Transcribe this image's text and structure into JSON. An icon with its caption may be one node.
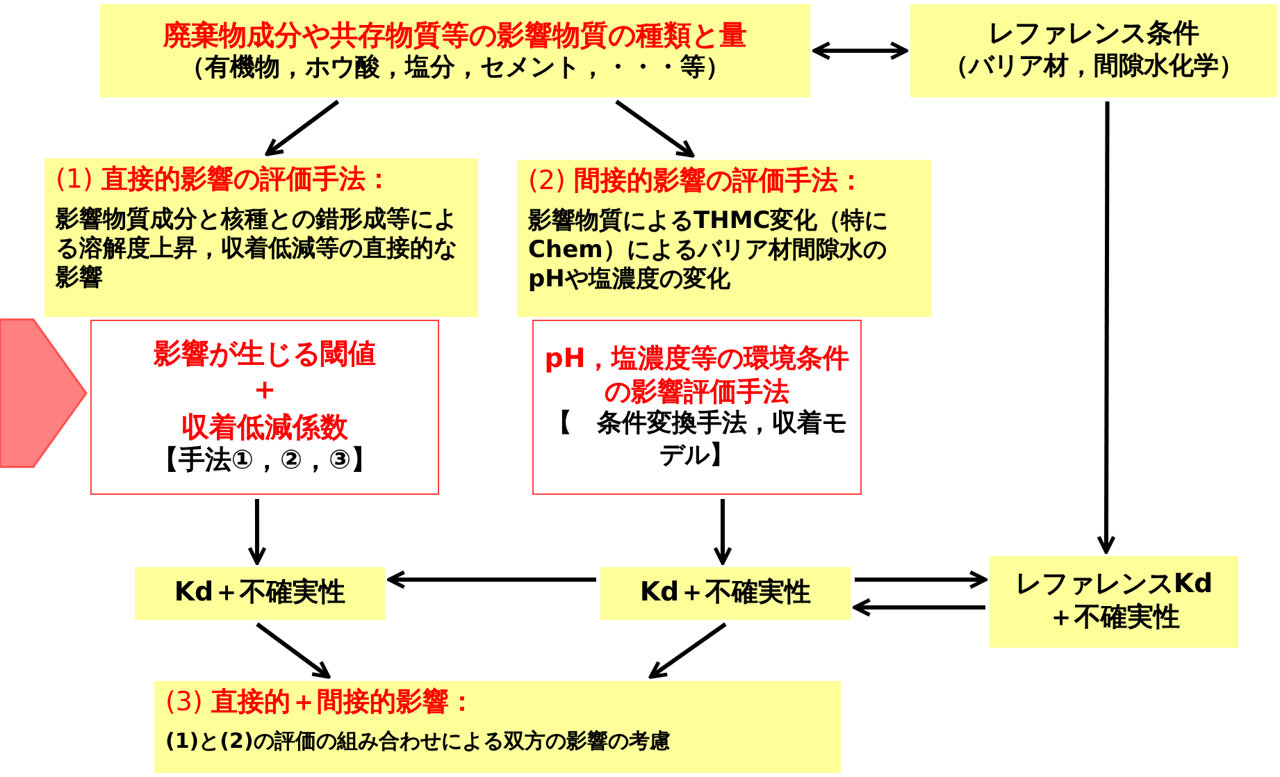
{
  "diagram": {
    "nodes": [
      {
        "text": [
          "廃棄物成分や共存物質等の影響物質の種類と量",
          "（有機物，ホウ酸，塩分，セメント，・・・等）"
        ]
      },
      {
        "text": [
          "レファレンス条件",
          "（バリア材，間隙水化学）"
        ]
      },
      {
        "text": [
          "(1) **直接的影響の評価手法：**",
          "影響物質成分と核種との錯形成等による溶解度上昇，収着低減等の直接的な影響"
        ]
      },
      {
        "text": [
          "影響が生じる閾値",
          "＋",
          "収着低減係数",
          "【手法①，②，③】"
        ]
      },
      {
        "text": [
          "(2) **間接的影響の評価手法：**",
          "影響物質によるTHMC変化（特にChem）によるバリア材間隙水のpHや塩濃度の変化"
        ]
      },
      {
        "text": [
          "pH，塩濃度等の環境条件の影響評価手法",
          "【　条件変換手法，収着モデル】"
        ]
      },
      {
        "text": [
          "Kd＋不確実性"
        ]
      },
      {
        "text": [
          "Kd＋不確実性"
        ]
      },
      {
        "text": [
          "レファレンスKd",
          "＋不確実性"
        ]
      },
      {
        "text": [
          "(3) **直接的＋間接的影響：**",
          "(1)と(2)の評価の組み合わせによる双方の影響の考慮"
        ]
      }
    ],
    "edges": [
      {
        "from": 0,
        "to": 1,
        "arrow": "both"
      },
      {
        "from": 0,
        "to": 2,
        "arrow": "to"
      },
      {
        "from": 0,
        "to": 4,
        "arrow": "to"
      },
      {
        "from": 1,
        "to": 8,
        "arrow": "to"
      },
      {
        "from": 3,
        "to": 6,
        "arrow": "to"
      },
      {
        "from": 5,
        "to": 7,
        "arrow": "to"
      },
      {
        "from": 7,
        "to": 6,
        "arrow": "to"
      },
      {
        "from": 7,
        "to": 8,
        "arrow": "to"
      },
      {
        "from": 8,
        "to": 7,
        "arrow": "to"
      },
      {
        "from": 6,
        "to": 9,
        "arrow": "to"
      },
      {
        "from": 7,
        "to": 9,
        "arrow": "to"
      },
      {
        "from": null,
        "to": 3,
        "arrow": "to",
        "style": "thick",
        "color": "#ff8080"
      }
    ]
  }
}
